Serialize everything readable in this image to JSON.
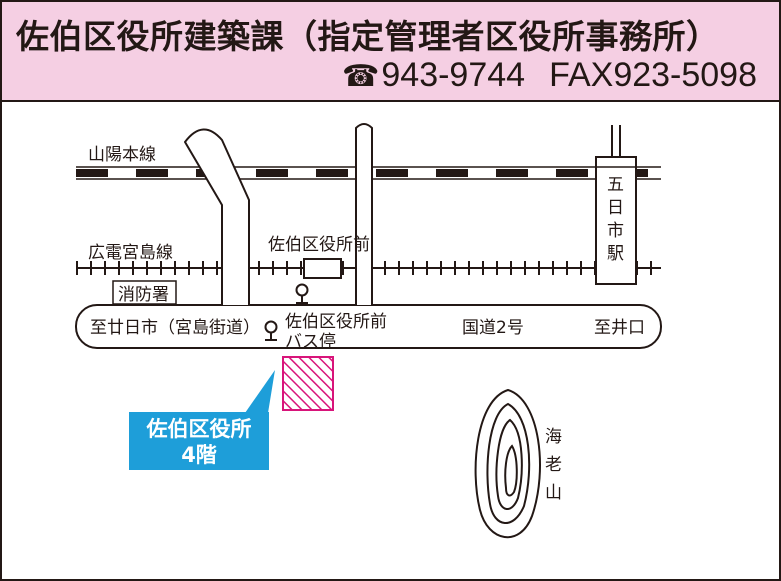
{
  "header": {
    "title": "佐伯区役所建築課（指定管理者区役所事務所）",
    "tel_icon": "☎",
    "tel": "943-9744",
    "fax_label": "FAX",
    "fax": "923-5098"
  },
  "map": {
    "rail_sanyo": "山陽本線",
    "rail_hiroden": "広電宮島線",
    "station_ward_office": "佐伯区役所前",
    "fire_station": "消防署",
    "road_west": "至廿日市（宮島街道）",
    "bus_stop_line1": "佐伯区役所前",
    "bus_stop_line2": "バス停",
    "route2": "国道2号",
    "road_east": "至井口",
    "itsukaichi_station": [
      "五",
      "日",
      "市",
      "駅"
    ],
    "mount_kaiko": [
      "海",
      "老",
      "山"
    ],
    "callout_line1": "佐伯区役所",
    "callout_line2": "4階"
  },
  "colors": {
    "header_bg": "#f5cfe3",
    "callout_bg": "#1e9ed9",
    "target_hatch": "#d8147a",
    "line": "#231815"
  }
}
